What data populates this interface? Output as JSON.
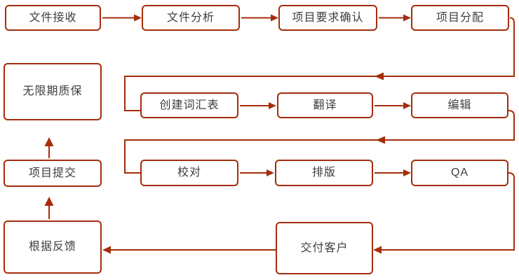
{
  "diagram": {
    "title": "translation-project-workflow-flowchart",
    "colors": {
      "accent": "#A52D0B",
      "text": "#3D3D3D",
      "background": "#FFFFFF"
    },
    "nodes": [
      {
        "id": "file-reception",
        "label": "文件接收"
      },
      {
        "id": "file-analysis",
        "label": "文件分析"
      },
      {
        "id": "requirements-confirmation",
        "label": "项目要求确认"
      },
      {
        "id": "project-assignment",
        "label": "项目分配"
      },
      {
        "id": "unlimited-warranty",
        "label": "无限期质保"
      },
      {
        "id": "create-glossary",
        "label": "创建词汇表"
      },
      {
        "id": "translation",
        "label": "翻译"
      },
      {
        "id": "editing",
        "label": "编辑"
      },
      {
        "id": "project-submission",
        "label": "项目提交"
      },
      {
        "id": "proofreading",
        "label": "校对"
      },
      {
        "id": "typesetting",
        "label": "排版"
      },
      {
        "id": "qa",
        "label": "QA"
      },
      {
        "id": "feedback",
        "label": "根据反馈"
      },
      {
        "id": "client-delivery",
        "label": "交付客户"
      }
    ],
    "edges": [
      {
        "from": "file-reception",
        "to": "file-analysis"
      },
      {
        "from": "file-analysis",
        "to": "requirements-confirmation"
      },
      {
        "from": "requirements-confirmation",
        "to": "project-assignment"
      },
      {
        "from": "project-assignment",
        "to": "create-glossary"
      },
      {
        "from": "create-glossary",
        "to": "translation"
      },
      {
        "from": "translation",
        "to": "editing"
      },
      {
        "from": "editing",
        "to": "proofreading"
      },
      {
        "from": "proofreading",
        "to": "typesetting"
      },
      {
        "from": "typesetting",
        "to": "qa"
      },
      {
        "from": "qa",
        "to": "client-delivery"
      },
      {
        "from": "client-delivery",
        "to": "feedback"
      },
      {
        "from": "feedback",
        "to": "project-submission"
      },
      {
        "from": "project-submission",
        "to": "unlimited-warranty"
      }
    ]
  }
}
